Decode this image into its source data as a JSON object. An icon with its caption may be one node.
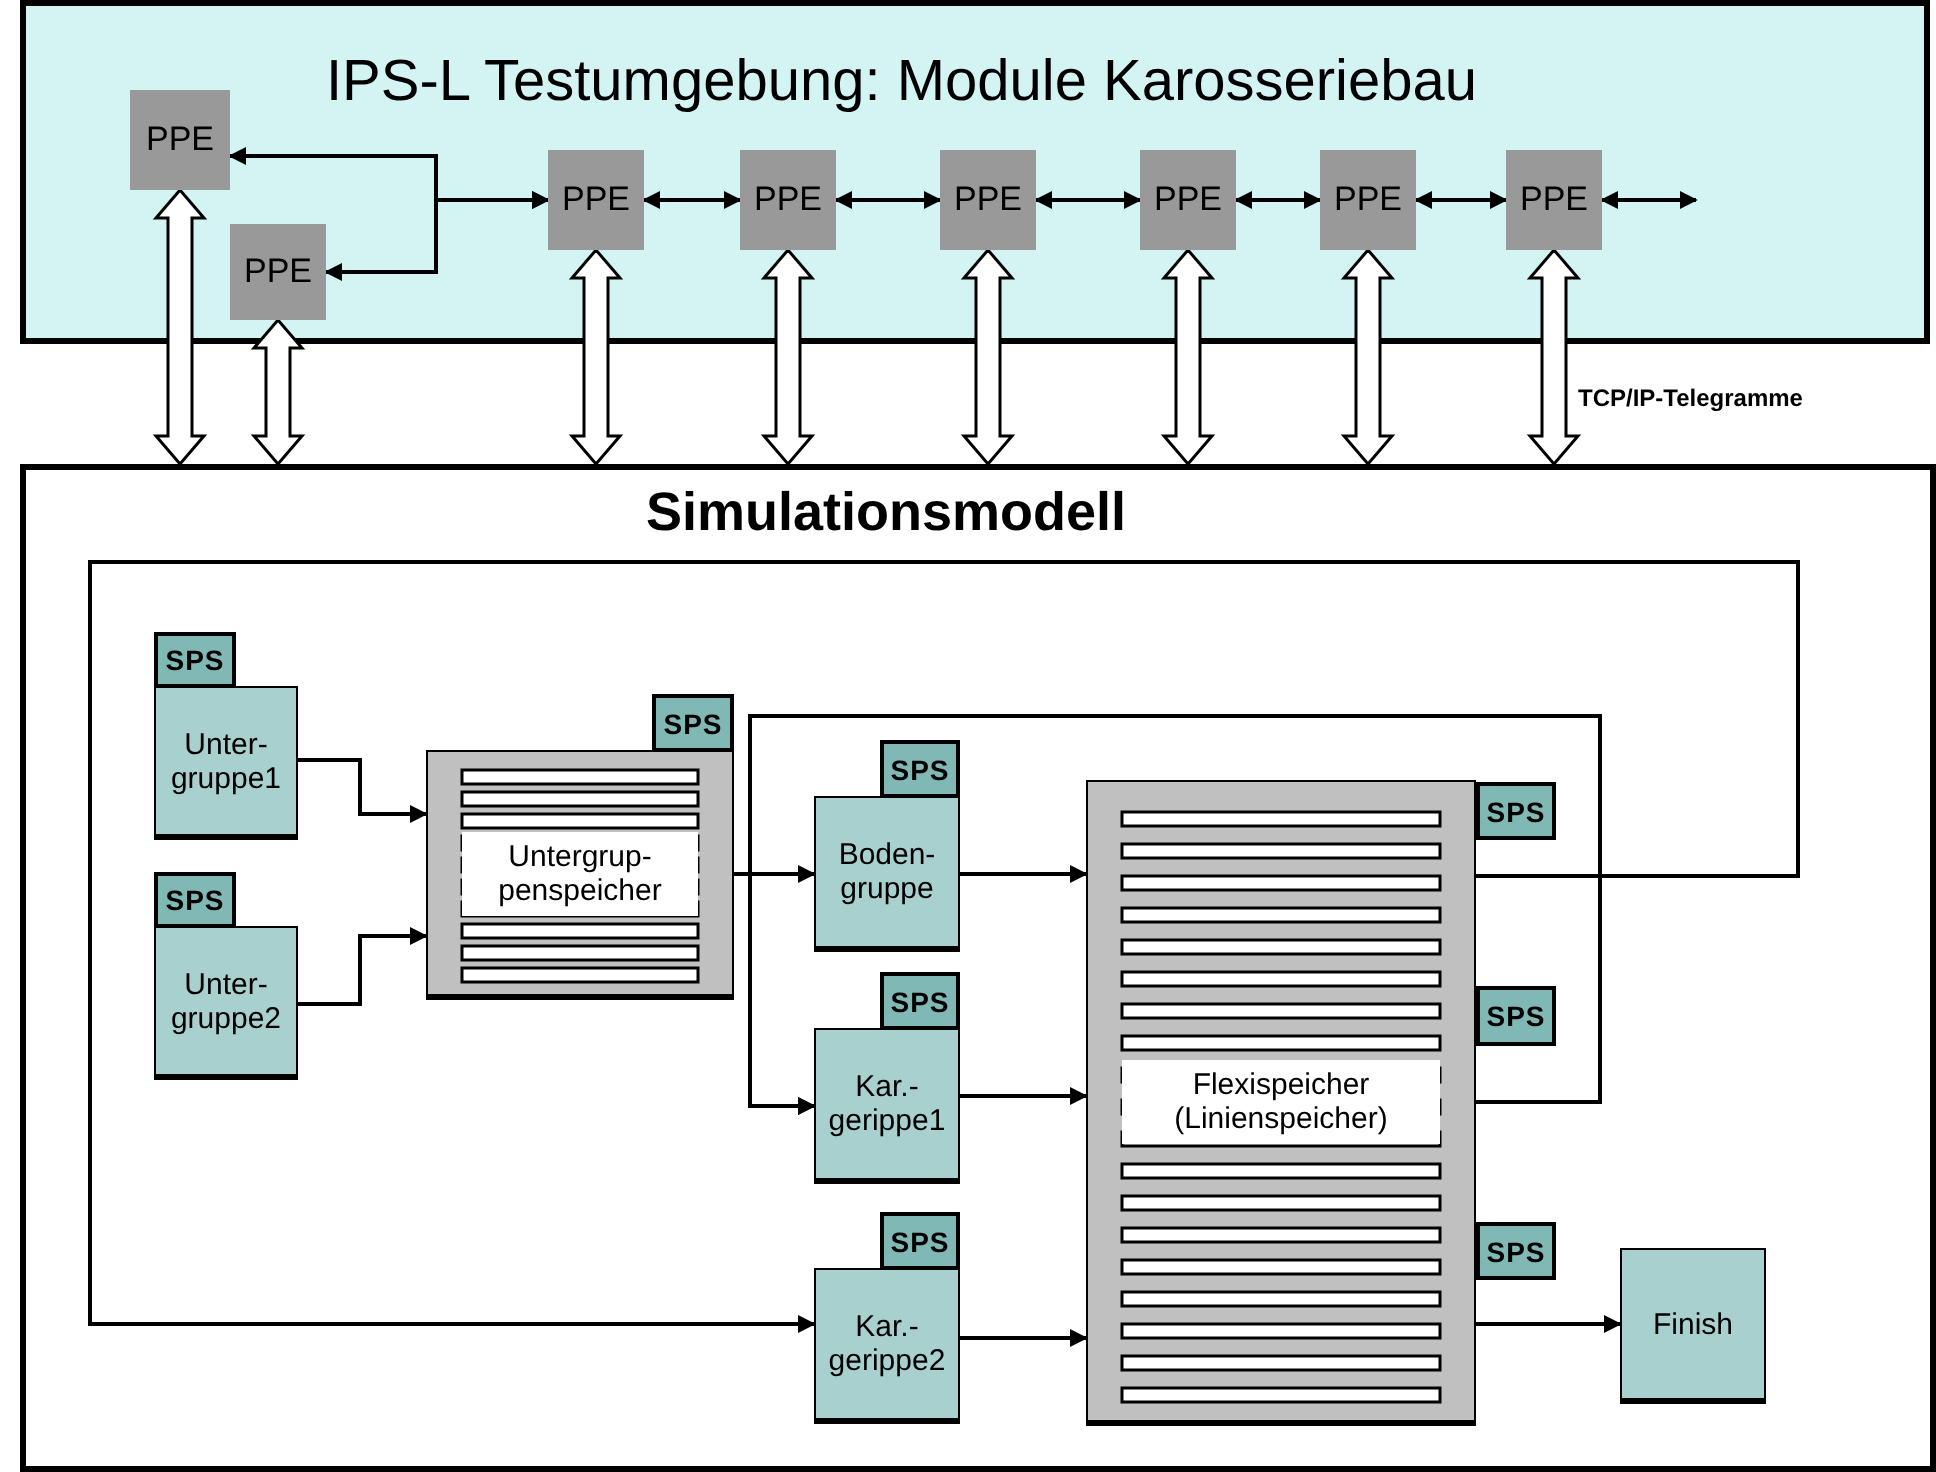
{
  "diagram": {
    "nodes": [
      {
        "text": [
          "IPS-L Testumgebung: Module Karosseriebau"
        ]
      },
      {
        "text": [
          "PPE"
        ],
        "in": 0
      },
      {
        "text": [
          "PPE"
        ],
        "in": 0
      },
      {
        "text": [
          "PPE"
        ],
        "in": 0
      },
      {
        "text": [
          "PPE"
        ],
        "in": 0
      },
      {
        "text": [
          "PPE"
        ],
        "in": 0
      },
      {
        "text": [
          "PPE"
        ],
        "in": 0
      },
      {
        "text": [
          "PPE"
        ],
        "in": 0
      },
      {
        "text": [
          "PPE"
        ],
        "in": 0
      },
      {
        "text": [
          "Simulationsmodell"
        ]
      },
      {
        "text": [
          "SPS"
        ],
        "in": 9
      },
      {
        "text": [
          "Unter- gruppe1"
        ],
        "in": 9
      },
      {
        "text": [
          "SPS"
        ],
        "in": 9
      },
      {
        "text": [
          "Unter- gruppe2"
        ],
        "in": 9
      },
      {
        "text": [
          "SPS"
        ],
        "in": 9
      },
      {
        "text": [
          "Untergrup- penspeicher"
        ],
        "in": 9
      },
      {
        "text": [
          "SPS"
        ],
        "in": 9
      },
      {
        "text": [
          "Boden- gruppe"
        ],
        "in": 9
      },
      {
        "text": [
          "SPS"
        ],
        "in": 9
      },
      {
        "text": [
          "Kar.- gerippe1"
        ],
        "in": 9
      },
      {
        "text": [
          "SPS"
        ],
        "in": 9
      },
      {
        "text": [
          "Kar.- gerippe2"
        ],
        "in": 9
      },
      {
        "text": [
          "Flexispeicher (Linienspeicher)"
        ],
        "in": 9
      },
      {
        "text": [
          "SPS"
        ],
        "in": 9
      },
      {
        "text": [
          "SPS"
        ],
        "in": 9
      },
      {
        "text": [
          "SPS"
        ],
        "in": 9
      },
      {
        "text": [
          "Finish"
        ],
        "in": 9
      }
    ],
    "edges": [
      {
        "from": 3,
        "to": 1,
        "arrow": "both"
      },
      {
        "from": 3,
        "to": 2,
        "arrow": "both"
      },
      {
        "from": 3,
        "to": 4,
        "arrow": "both"
      },
      {
        "from": 4,
        "to": 5,
        "arrow": "both"
      },
      {
        "from": 5,
        "to": 6,
        "arrow": "both"
      },
      {
        "from": 6,
        "to": 7,
        "arrow": "both"
      },
      {
        "from": 7,
        "to": 8,
        "arrow": "both"
      },
      {
        "from": 8,
        "to": null,
        "arrow": "both"
      },
      {
        "from": 1,
        "to": 9,
        "arrow": "both",
        "style": "thick"
      },
      {
        "from": 2,
        "to": 9,
        "arrow": "both",
        "style": "thick"
      },
      {
        "from": 3,
        "to": 9,
        "arrow": "both",
        "style": "thick"
      },
      {
        "from": 4,
        "to": 9,
        "arrow": "both",
        "style": "thick"
      },
      {
        "from": 5,
        "to": 9,
        "arrow": "both",
        "style": "thick"
      },
      {
        "from": 6,
        "to": 9,
        "arrow": "both",
        "style": "thick"
      },
      {
        "from": 7,
        "to": 9,
        "arrow": "both",
        "style": "thick"
      },
      {
        "from": 8,
        "to": 9,
        "arrow": "both",
        "style": "thick"
      },
      {
        "from": 11,
        "to": 15,
        "arrow": "to"
      },
      {
        "from": 13,
        "to": 15,
        "arrow": "to"
      },
      {
        "from": 15,
        "to": 17,
        "arrow": "to"
      },
      {
        "from": 15,
        "to": 19,
        "arrow": "to"
      },
      {
        "from": 22,
        "to": 19,
        "arrow": "to"
      },
      {
        "from": 17,
        "to": 22,
        "arrow": "to"
      },
      {
        "from": 19,
        "to": 22,
        "arrow": "to"
      },
      {
        "from": 21,
        "to": 22,
        "arrow": "to"
      },
      {
        "from": 22,
        "to": 21,
        "arrow": "to"
      },
      {
        "from": 22,
        "to": 26,
        "arrow": "to"
      }
    ],
    "labels": [
      "TCP/IP-Telegramme"
    ]
  }
}
